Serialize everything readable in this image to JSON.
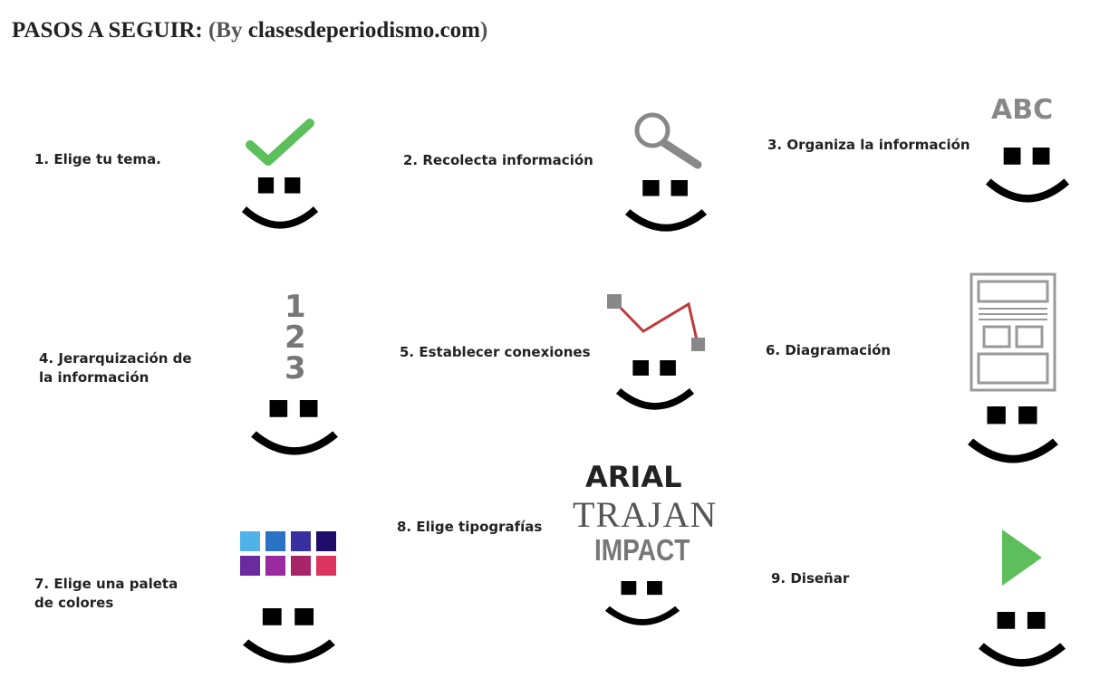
{
  "title": {
    "main": "PASOS A SEGUIR:",
    "by_prefix": "(By ",
    "site": "clasesdeperiodismo.com",
    "close": ")"
  },
  "steps": [
    {
      "label": "1. Elige tu tema.",
      "icon": "checkmark-icon"
    },
    {
      "label": "2. Recolecta información",
      "icon": "magnifier-icon"
    },
    {
      "label": "3. Organiza la información",
      "icon": "abc-icon",
      "icon_text": "ABC"
    },
    {
      "label_line1": "4. Jerarquización de",
      "label_line2": "la información",
      "icon": "numbers-icon",
      "numbers": [
        "1",
        "2",
        "3"
      ]
    },
    {
      "label": "5. Establecer conexiones",
      "icon": "connection-icon"
    },
    {
      "label": "6. Diagramación",
      "icon": "layout-icon"
    },
    {
      "label_line1": "7. Elige una paleta",
      "label_line2": "de colores",
      "icon": "palette-icon",
      "palette": [
        "#4fb3e8",
        "#2a72c4",
        "#3a2fa0",
        "#1e0e6a",
        "#6a2aa0",
        "#9a2aa0",
        "#a82468",
        "#dc3560"
      ]
    },
    {
      "label": "8. Elige tipografías",
      "icon": "fonts-icon",
      "fonts": [
        "ARIAL",
        "TRAJAN",
        "IMPACT"
      ]
    },
    {
      "label": "9. Diseñar",
      "icon": "play-icon"
    }
  ],
  "colors": {
    "green": "#5cbf5c",
    "gray": "#888888",
    "red": "#c0393b",
    "black": "#000000"
  }
}
